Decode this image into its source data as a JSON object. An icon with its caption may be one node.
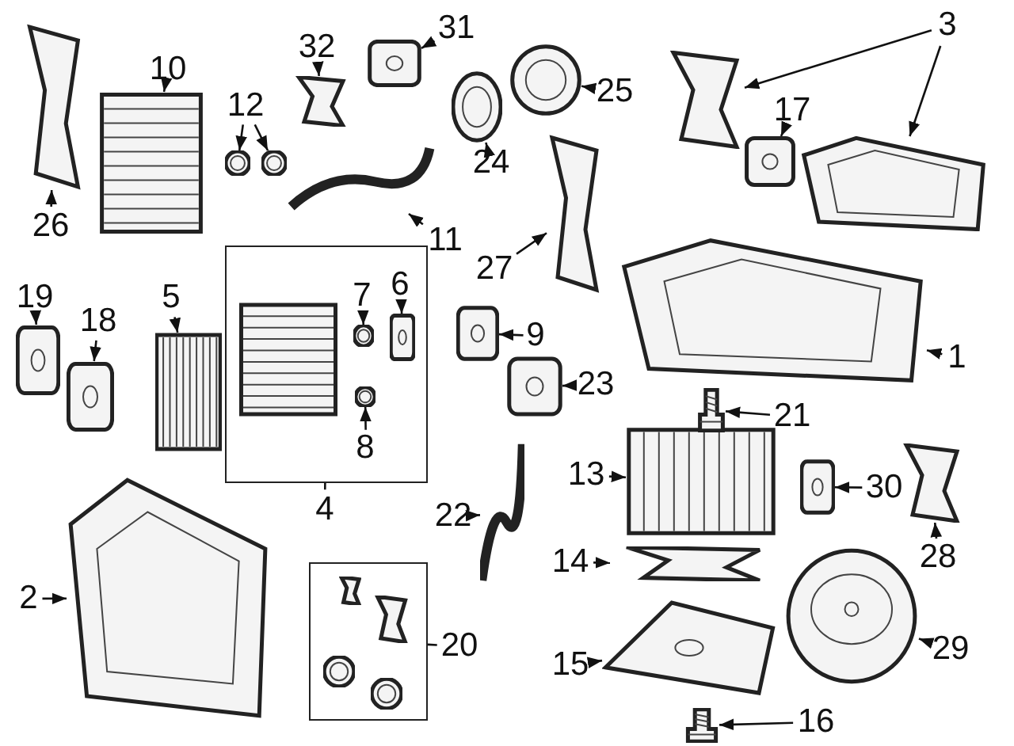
{
  "diagram": {
    "nodes": [
      {
        "text": [
          "1"
        ]
      },
      {
        "text": [],
        "shape": "picture"
      },
      {
        "text": [
          "2"
        ]
      },
      {
        "text": [],
        "shape": "picture"
      },
      {
        "text": [
          "3"
        ]
      },
      {
        "text": [],
        "shape": "picture"
      },
      {
        "text": [],
        "shape": "picture"
      },
      {
        "text": [
          "4"
        ]
      },
      {
        "text": [],
        "shape": "box"
      },
      {
        "text": [
          "6"
        ],
        "in": 8
      },
      {
        "text": [],
        "shape": "picture",
        "in": 8
      },
      {
        "text": [
          "7"
        ],
        "in": 8
      },
      {
        "text": [],
        "shape": "picture",
        "in": 8
      },
      {
        "text": [
          "8"
        ],
        "in": 8
      },
      {
        "text": [],
        "shape": "picture",
        "in": 8
      },
      {
        "text": [
          "5"
        ]
      },
      {
        "text": [],
        "shape": "picture"
      },
      {
        "text": [
          "9"
        ]
      },
      {
        "text": [],
        "shape": "picture"
      },
      {
        "text": [
          "10"
        ]
      },
      {
        "text": [],
        "shape": "picture"
      },
      {
        "text": [
          "11"
        ]
      },
      {
        "text": [],
        "shape": "picture"
      },
      {
        "text": [
          "12"
        ]
      },
      {
        "text": [],
        "shape": "picture"
      },
      {
        "text": [],
        "shape": "picture"
      },
      {
        "text": [
          "13"
        ]
      },
      {
        "text": [],
        "shape": "picture"
      },
      {
        "text": [
          "14"
        ]
      },
      {
        "text": [],
        "shape": "picture"
      },
      {
        "text": [
          "15"
        ]
      },
      {
        "text": [],
        "shape": "picture"
      },
      {
        "text": [
          "16"
        ]
      },
      {
        "text": [],
        "shape": "picture"
      },
      {
        "text": [
          "17"
        ]
      },
      {
        "text": [],
        "shape": "picture"
      },
      {
        "text": [
          "18"
        ]
      },
      {
        "text": [],
        "shape": "picture"
      },
      {
        "text": [
          "19"
        ]
      },
      {
        "text": [],
        "shape": "picture"
      },
      {
        "text": [
          "20"
        ]
      },
      {
        "text": [],
        "shape": "box"
      },
      {
        "text": [
          "21"
        ]
      },
      {
        "text": [],
        "shape": "picture"
      },
      {
        "text": [
          "22"
        ]
      },
      {
        "text": [],
        "shape": "picture"
      },
      {
        "text": [
          "23"
        ]
      },
      {
        "text": [],
        "shape": "picture"
      },
      {
        "text": [
          "24"
        ]
      },
      {
        "text": [],
        "shape": "picture"
      },
      {
        "text": [
          "25"
        ]
      },
      {
        "text": [],
        "shape": "picture"
      },
      {
        "text": [
          "26"
        ]
      },
      {
        "text": [],
        "shape": "picture"
      },
      {
        "text": [
          "27"
        ]
      },
      {
        "text": [],
        "shape": "picture"
      },
      {
        "text": [
          "28"
        ]
      },
      {
        "text": [],
        "shape": "picture"
      },
      {
        "text": [
          "29"
        ]
      },
      {
        "text": [],
        "shape": "picture"
      },
      {
        "text": [
          "30"
        ]
      },
      {
        "text": [],
        "shape": "picture"
      },
      {
        "text": [
          "31"
        ]
      },
      {
        "text": [],
        "shape": "picture"
      },
      {
        "text": [
          "32"
        ]
      },
      {
        "text": [],
        "shape": "picture"
      }
    ],
    "edges": [
      {
        "from": 0,
        "to": 1,
        "arrow": "to"
      },
      {
        "from": 2,
        "to": 3,
        "arrow": "to"
      },
      {
        "from": 4,
        "to": 5,
        "arrow": "to"
      },
      {
        "from": 4,
        "to": 6,
        "arrow": "to"
      },
      {
        "from": 7,
        "to": 8,
        "arrow": "none"
      },
      {
        "from": 9,
        "to": 10,
        "arrow": "to"
      },
      {
        "from": 11,
        "to": 12,
        "arrow": "to"
      },
      {
        "from": 13,
        "to": 14,
        "arrow": "to"
      },
      {
        "from": 15,
        "to": 16,
        "arrow": "to"
      },
      {
        "from": 17,
        "to": 18,
        "arrow": "to"
      },
      {
        "from": 19,
        "to": 20,
        "arrow": "to"
      },
      {
        "from": 21,
        "to": 22,
        "arrow": "to"
      },
      {
        "from": 23,
        "to": 24,
        "arrow": "to"
      },
      {
        "from": 23,
        "to": 25,
        "arrow": "to"
      },
      {
        "from": 26,
        "to": 27,
        "arrow": "to"
      },
      {
        "from": 28,
        "to": 29,
        "arrow": "to"
      },
      {
        "from": 30,
        "to": 31,
        "arrow": "to"
      },
      {
        "from": 32,
        "to": 33,
        "arrow": "to"
      },
      {
        "from": 34,
        "to": 35,
        "arrow": "to"
      },
      {
        "from": 36,
        "to": 37,
        "arrow": "to"
      },
      {
        "from": 38,
        "to": 39,
        "arrow": "to"
      },
      {
        "from": 40,
        "to": 41,
        "arrow": "none"
      },
      {
        "from": 42,
        "to": 43,
        "arrow": "to"
      },
      {
        "from": 44,
        "to": 45,
        "arrow": "to"
      },
      {
        "from": 46,
        "to": 47,
        "arrow": "to"
      },
      {
        "from": 48,
        "to": 49,
        "arrow": "to"
      },
      {
        "from": 50,
        "to": 51,
        "arrow": "to"
      },
      {
        "from": 52,
        "to": 53,
        "arrow": "to"
      },
      {
        "from": 54,
        "to": 55,
        "arrow": "to"
      },
      {
        "from": 56,
        "to": 57,
        "arrow": "to"
      },
      {
        "from": 58,
        "to": 59,
        "arrow": "to"
      },
      {
        "from": 60,
        "to": 61,
        "arrow": "to"
      },
      {
        "from": 62,
        "to": 63,
        "arrow": "to"
      },
      {
        "from": 64,
        "to": 65,
        "arrow": "to"
      }
    ]
  }
}
